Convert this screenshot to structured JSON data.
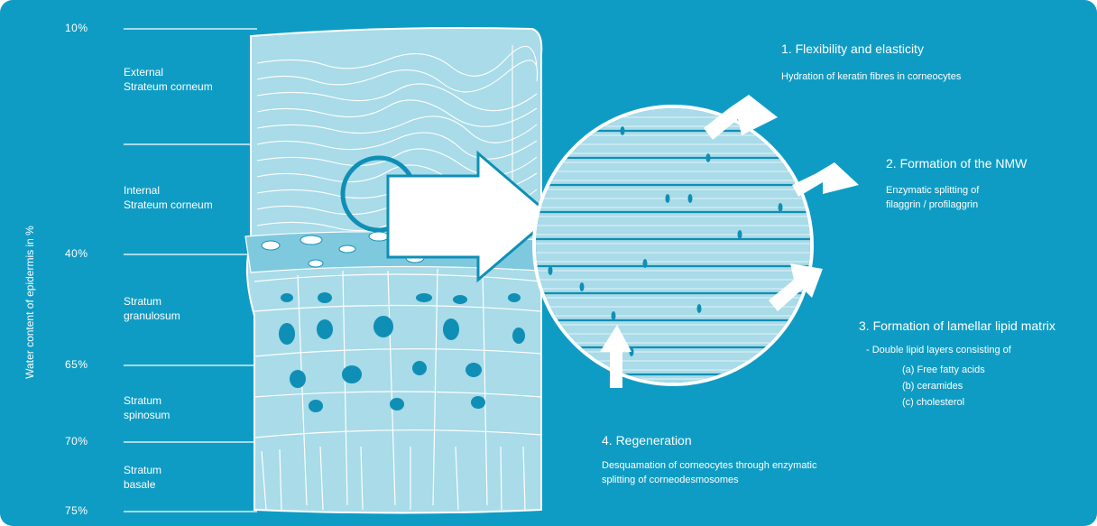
{
  "axis": {
    "label": "Water content of epidermis in %",
    "ticks": [
      "10%",
      "40%",
      "65%",
      "70%",
      "75%"
    ]
  },
  "layers": {
    "external_sc": [
      "External",
      "Strateum corneum"
    ],
    "internal_sc": [
      "Internal",
      "Strateum corneum"
    ],
    "granulosum": [
      "Stratum",
      "granulosum"
    ],
    "spinosum": [
      "Stratum",
      "spinosum"
    ],
    "basale": [
      "Stratum",
      "basale"
    ]
  },
  "functions": {
    "f1": {
      "title": "1. Flexibility and elasticity",
      "desc": "Hydration of keratin fibres in corneocytes"
    },
    "f2": {
      "title": "2.  Formation of the NMW",
      "desc": [
        "Enzymatic splitting of",
        "filaggrin / profilaggrin"
      ]
    },
    "f3": {
      "title": "3. Formation of lamellar lipid matrix",
      "desc": "-  Double lipid layers consisting of",
      "items": [
        "(a)  Free fatty acids",
        "(b)  ceramides",
        "(c)  cholesterol"
      ]
    },
    "f4": {
      "title": "4. Regeneration",
      "desc": [
        "Desquamation of corneocytes through enzymatic",
        "splitting of corneodesmosomes"
      ]
    }
  },
  "colors": {
    "background": "#0f9cc4",
    "tissue_light": "#a9dbe8",
    "tissue_mid": "#7fc9df",
    "nucleus": "#0f8fb5",
    "text": "#ffffff"
  },
  "icons": {
    "magnify": "circle-magnifier",
    "arrows": "white-pointer-arrows"
  }
}
